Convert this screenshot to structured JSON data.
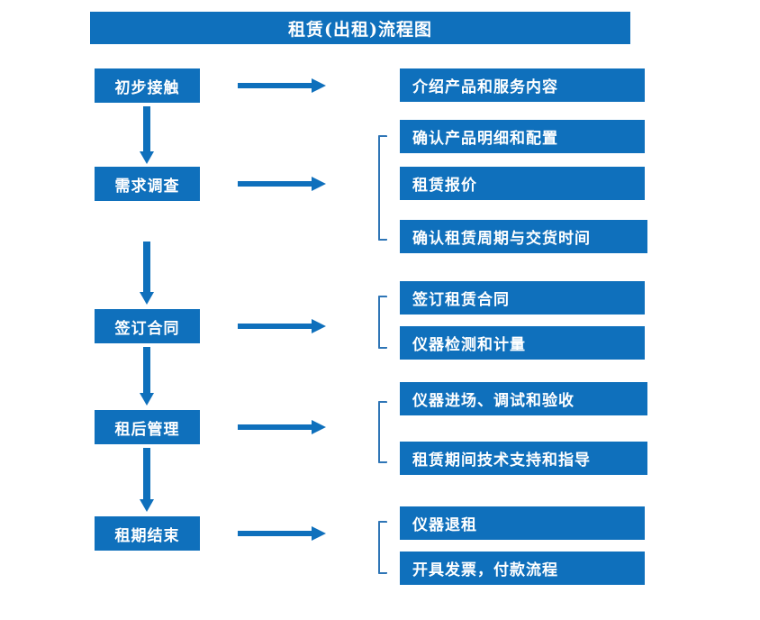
{
  "diagram": {
    "title": "租赁(出租)流程图",
    "accent_color": "#0f70bc",
    "connector_color": "#0f70bc",
    "bracket_color": "#2e75b6",
    "text_color": "#ffffff",
    "background_color": "#ffffff"
  },
  "stages": [
    {
      "label": "初步接触"
    },
    {
      "label": "需求调查"
    },
    {
      "label": "签订合同"
    },
    {
      "label": "租后管理"
    },
    {
      "label": "租期结束"
    }
  ],
  "groups": [
    {
      "stage": "初步接触",
      "bracket": false,
      "items": [
        {
          "label": "介绍产品和服务内容"
        }
      ]
    },
    {
      "stage": "需求调查",
      "bracket": true,
      "items": [
        {
          "label": "确认产品明细和配置"
        },
        {
          "label": "租赁报价"
        },
        {
          "label": "确认租赁周期与交货时间"
        }
      ]
    },
    {
      "stage": "签订合同",
      "bracket": true,
      "items": [
        {
          "label": "签订租赁合同"
        },
        {
          "label": "仪器检测和计量"
        }
      ]
    },
    {
      "stage": "租后管理",
      "bracket": true,
      "items": [
        {
          "label": "仪器进场、调试和验收"
        },
        {
          "label": "租赁期间技术支持和指导"
        }
      ]
    },
    {
      "stage": "租期结束",
      "bracket": true,
      "items": [
        {
          "label": "仪器退租"
        },
        {
          "label": "开具发票，付款流程"
        }
      ]
    }
  ]
}
